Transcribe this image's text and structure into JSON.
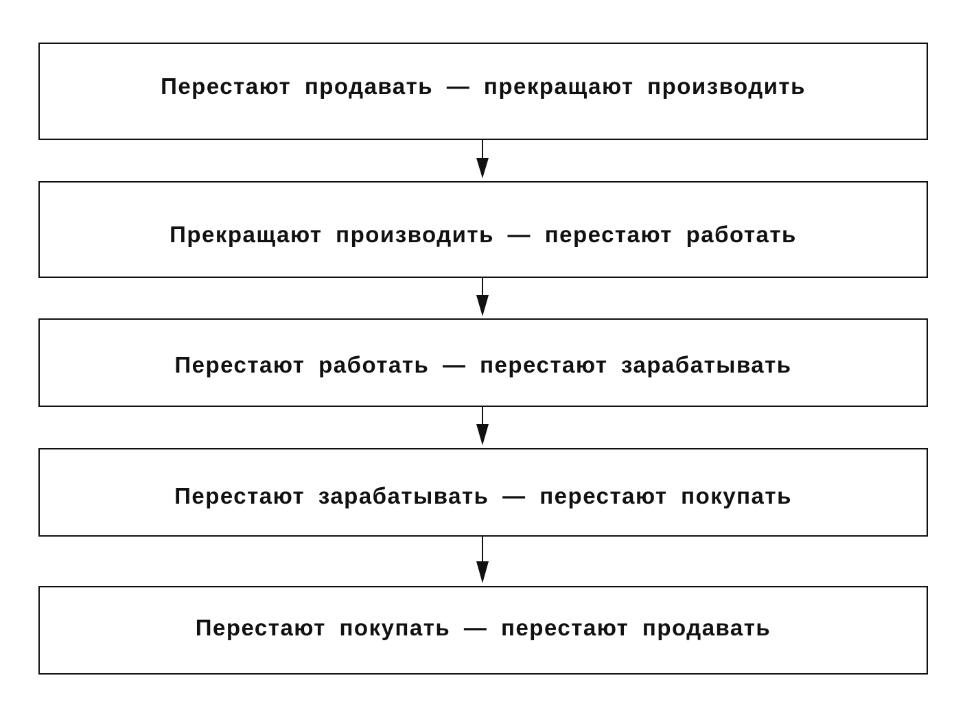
{
  "flow": {
    "steps": [
      {
        "label": "Перестают продавать — прекращают производить"
      },
      {
        "label": "Прекращают производить — перестают работать"
      },
      {
        "label": "Перестают работать — перестают зарабатывать"
      },
      {
        "label": "Перестают зарабатывать — перестают покупать"
      },
      {
        "label": "Перестают покупать — перестают продавать"
      }
    ],
    "colors": {
      "line": "#111111",
      "background": "#ffffff"
    }
  }
}
